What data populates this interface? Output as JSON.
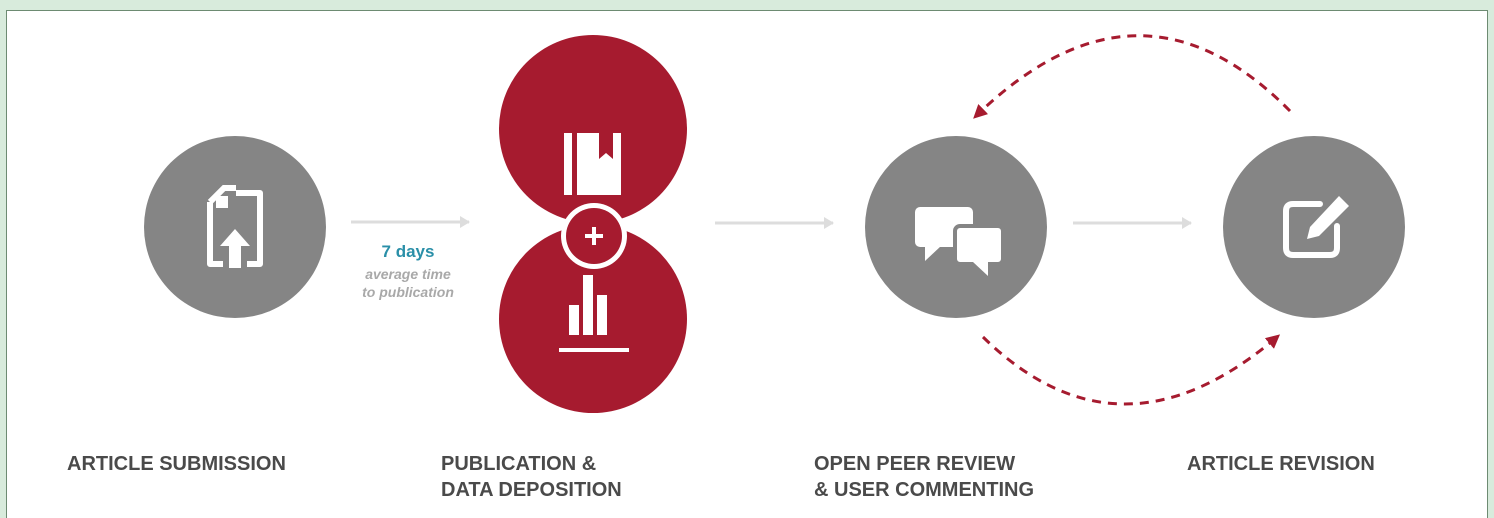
{
  "steps": [
    {
      "label_lines": [
        "ARTICLE SUBMISSION"
      ],
      "icon": "document-upload-icon"
    },
    {
      "label_lines": [
        "PUBLICATION &",
        "DATA DEPOSITION"
      ],
      "icons": [
        "book-icon",
        "plus-icon",
        "bar-chart-icon"
      ]
    },
    {
      "label_lines": [
        "OPEN PEER REVIEW",
        "& USER COMMENTING"
      ],
      "icon": "speech-bubbles-icon"
    },
    {
      "label_lines": [
        "ARTICLE REVISION"
      ],
      "icon": "edit-icon"
    }
  ],
  "timing_note": {
    "days": "7 days",
    "line1": "average time",
    "line2": "to publication"
  },
  "colors": {
    "gray_circle": "#858585",
    "red_circle": "#a61b2f",
    "arrow": "#dddddd",
    "dashed_arrow": "#a61b2f",
    "label_text": "#4a4a4a",
    "days_text": "#2a8fa8",
    "note_text": "#a9a9a9"
  }
}
